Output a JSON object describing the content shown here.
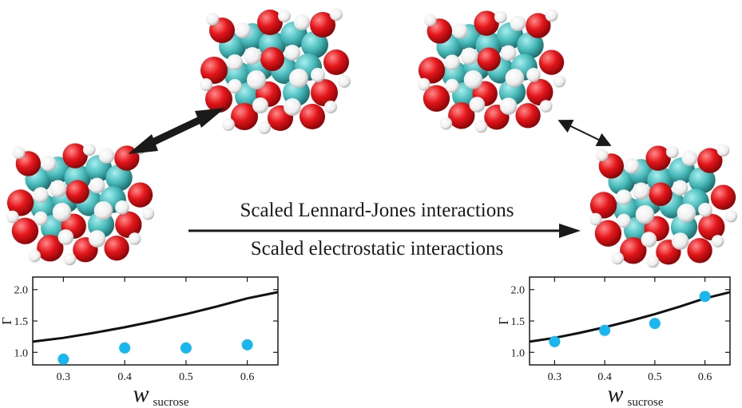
{
  "transform": {
    "line1": "Scaled Lennard-Jones interactions",
    "line2": "Scaled electrostatic interactions"
  },
  "colors": {
    "carbon": "#48b9b9",
    "oxygen": "#e3161a",
    "hydrogen": "#f2f2f2",
    "marker": "#19b7ef",
    "curve": "#111111"
  },
  "icons": {
    "molecule": "sucrose-space-filling-model",
    "arrow_bidirectional": "double-headed-arrow",
    "arrow_forward": "right-arrow"
  },
  "chart_data": [
    {
      "type": "scatter",
      "panel": "left",
      "ylabel": "Γ",
      "xlabel_main": "w",
      "xlabel_sub": "sucrose",
      "xlim": [
        0.25,
        0.65
      ],
      "ylim": [
        0.8,
        2.2
      ],
      "xticks": [
        "0.3",
        "0.4",
        "0.5",
        "0.6"
      ],
      "yticks": [
        "1.0",
        "1.5",
        "2.0"
      ],
      "points": {
        "x": [
          0.3,
          0.4,
          0.5,
          0.6
        ],
        "y": [
          0.89,
          1.07,
          1.07,
          1.12
        ]
      },
      "curve": {
        "x": [
          0.25,
          0.3,
          0.35,
          0.4,
          0.45,
          0.5,
          0.55,
          0.6,
          0.65
        ],
        "y": [
          1.17,
          1.23,
          1.31,
          1.4,
          1.5,
          1.61,
          1.73,
          1.86,
          1.96
        ]
      }
    },
    {
      "type": "scatter",
      "panel": "right",
      "ylabel": "Γ",
      "xlabel_main": "w",
      "xlabel_sub": "sucrose",
      "xlim": [
        0.25,
        0.65
      ],
      "ylim": [
        0.8,
        2.2
      ],
      "xticks": [
        "0.3",
        "0.4",
        "0.5",
        "0.6"
      ],
      "yticks": [
        "1.0",
        "1.5",
        "2.0"
      ],
      "points": {
        "x": [
          0.3,
          0.4,
          0.5,
          0.6
        ],
        "y": [
          1.17,
          1.35,
          1.46,
          1.89
        ]
      },
      "curve": {
        "x": [
          0.25,
          0.3,
          0.35,
          0.4,
          0.45,
          0.5,
          0.55,
          0.6,
          0.65
        ],
        "y": [
          1.17,
          1.23,
          1.31,
          1.4,
          1.5,
          1.61,
          1.73,
          1.86,
          1.96
        ]
      }
    }
  ]
}
